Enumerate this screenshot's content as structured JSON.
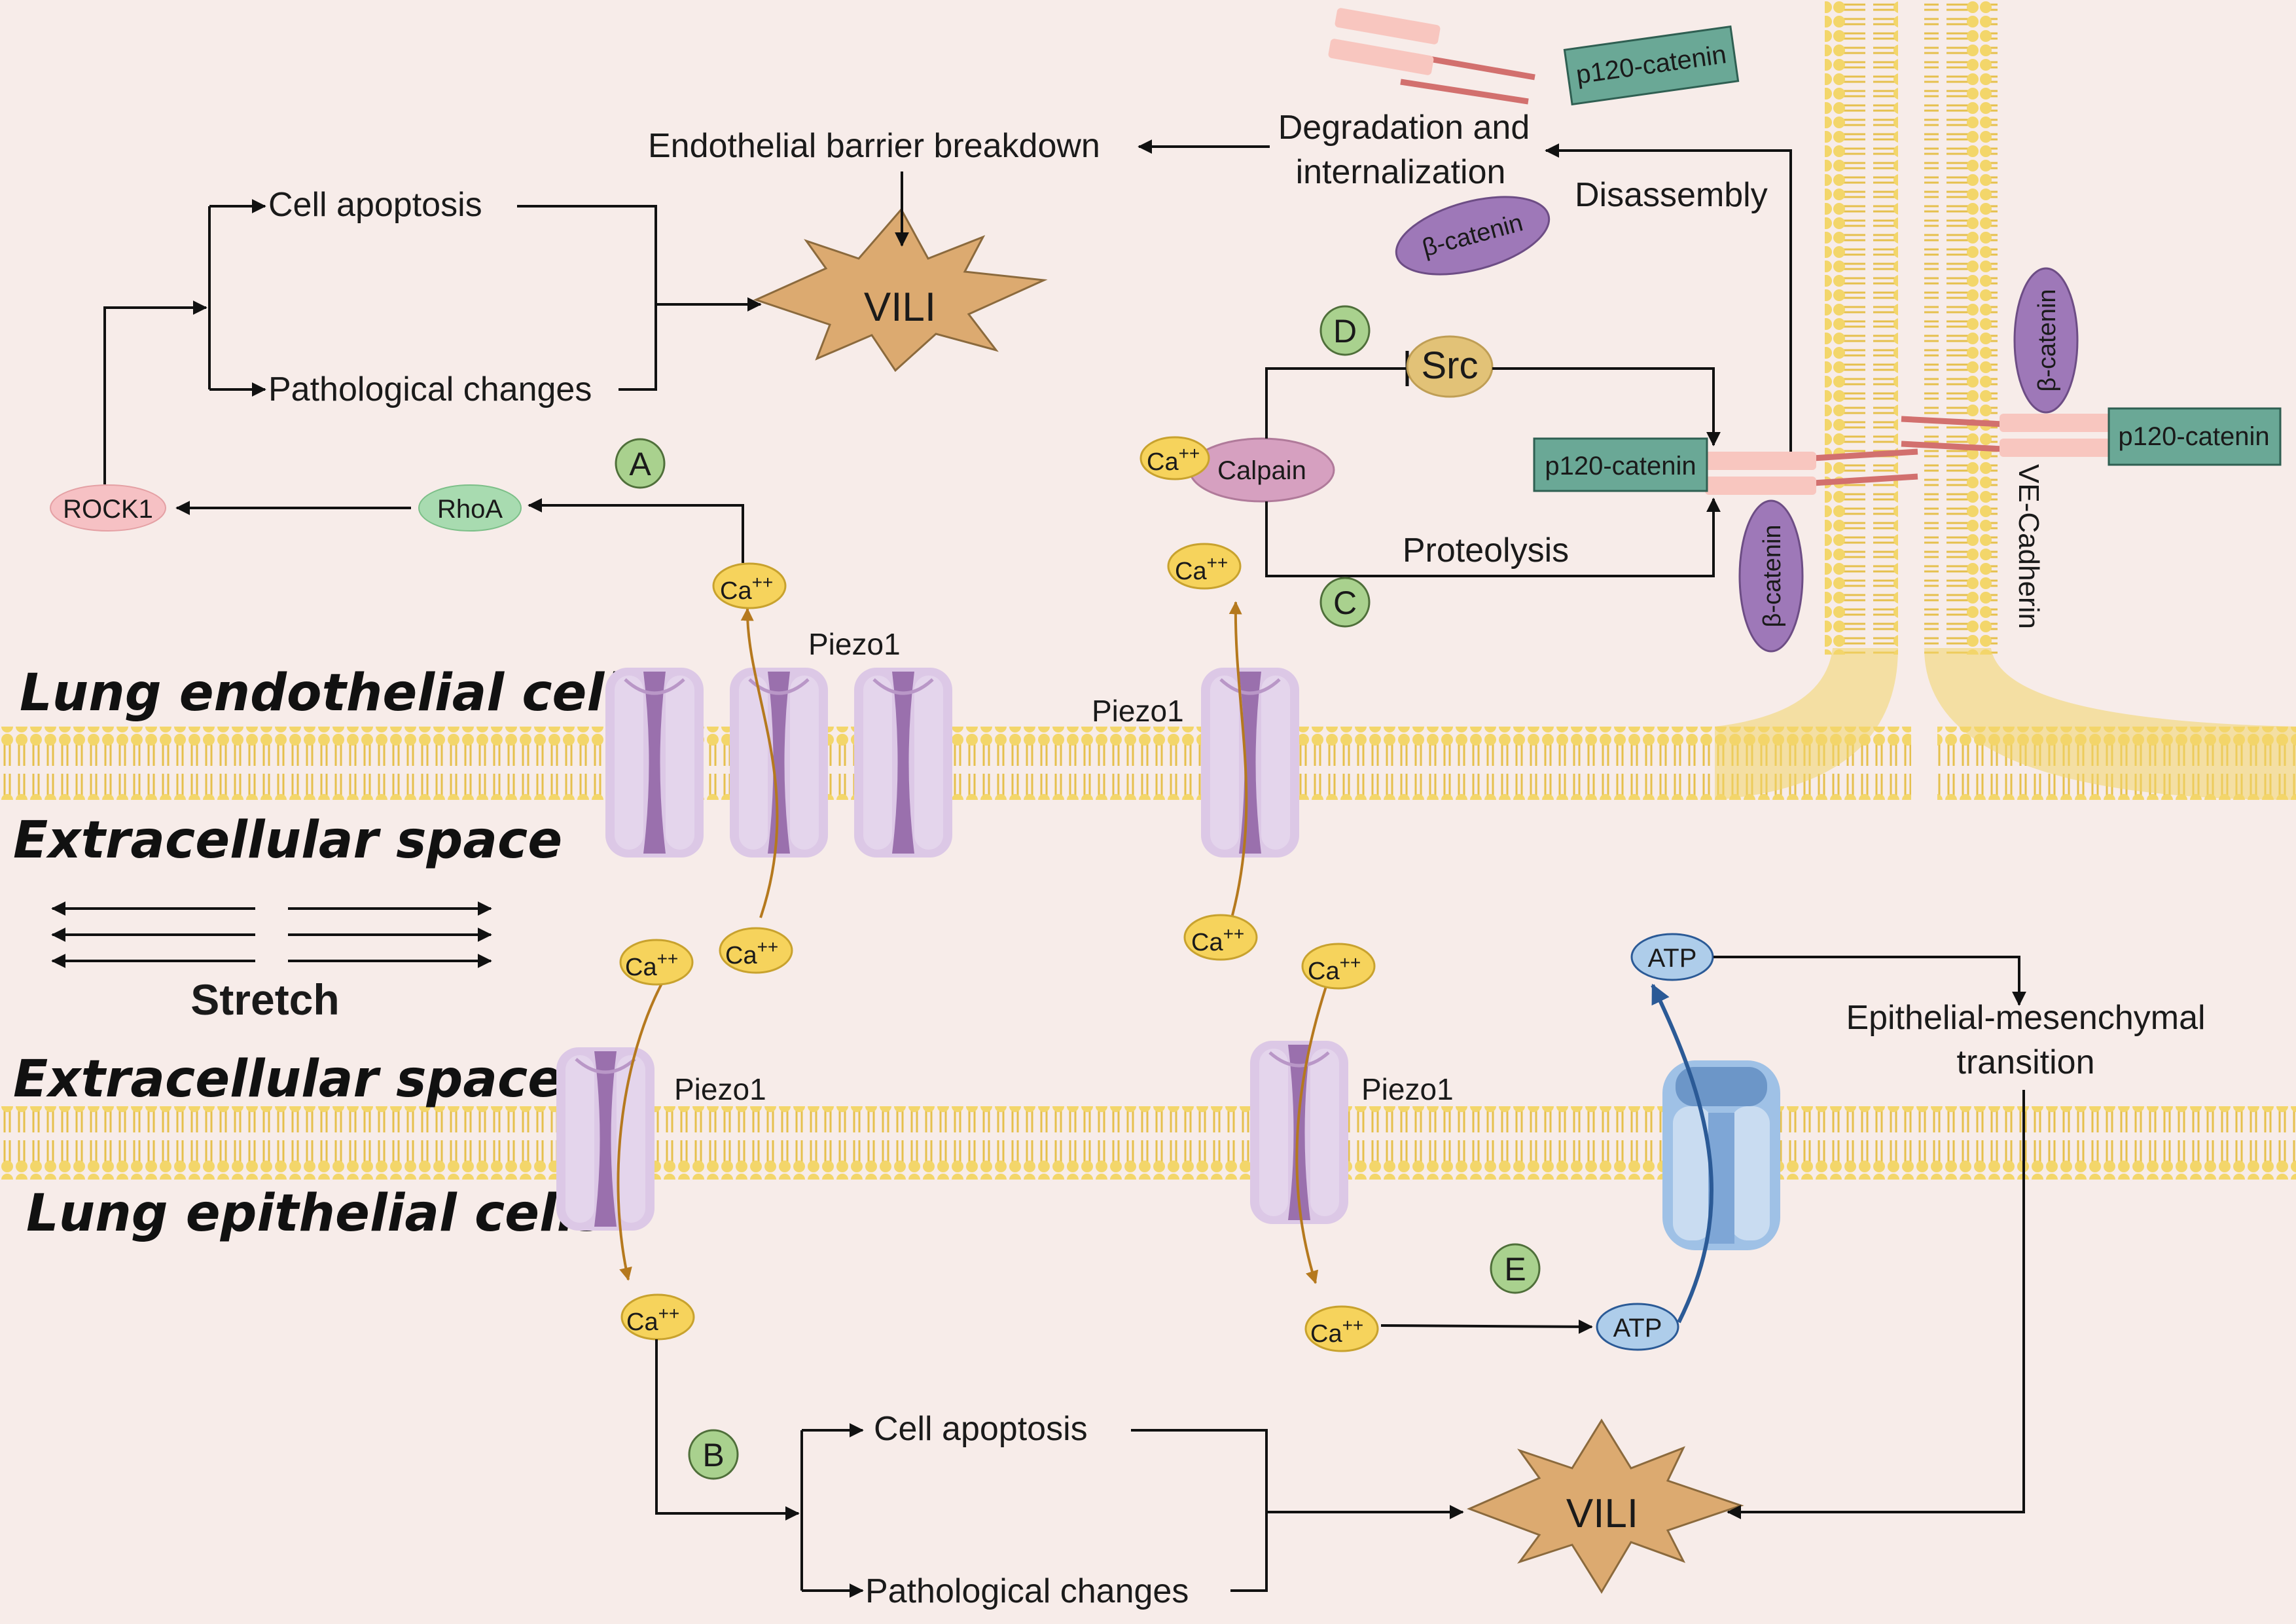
{
  "colors": {
    "background": "#f7ece9",
    "membrane_head": "#f2d46a",
    "membrane_tail": "#e8c24a",
    "piezo_light": "#d9c6e2",
    "piezo_dark": "#9b72ad",
    "calcium": "#f6d35c",
    "rhoa": "#a8dbb0",
    "rock1": "#f6c1c4",
    "label_circle": "#a9d18e",
    "vili_star": "#dcaa70",
    "p120": "#6aa896",
    "beta_catenin": "#9e78b8",
    "cadherin_pink": "#f7c3bc",
    "calpain": "#d6a0c0",
    "src": "#e2c277",
    "atp": "#aecdea",
    "pump": "#9fc1e6",
    "arrow_orange": "#b5791e",
    "arrow_blue": "#2b5a96"
  },
  "icons": {
    "piezo": "piezo1-channel-icon",
    "calcium": "calcium-ion-icon",
    "vili": "vili-starburst-icon",
    "pump": "atp-channel-icon"
  },
  "regions": {
    "endo_cells": "Lung endothelial cells",
    "extra_top": "Extracellular space",
    "extra_bottom": "Extracellular space",
    "epi_cells": "Lung epithelial cells",
    "stretch": "Stretch"
  },
  "ion": {
    "ca": "Ca",
    "sup": "++"
  },
  "pathway_a": {
    "label": "A",
    "piezo": "Piezo1",
    "rhoa": "RhoA",
    "rock1": "ROCK1",
    "apoptosis": "Cell apoptosis",
    "pathological": "Pathological changes"
  },
  "pathway_b": {
    "label": "B",
    "piezo": "Piezo1",
    "apoptosis": "Cell apoptosis",
    "pathological": "Pathological changes"
  },
  "pathway_cd": {
    "piezo": "Piezo1",
    "label_c": "C",
    "label_d": "D",
    "calpain": "Calpain",
    "src": "Src",
    "proteolysis": "Proteolysis",
    "disassembly": "Disassembly",
    "degradation_line1": "Degradation and",
    "degradation_line2": "internalization",
    "barrier": "Endothelial barrier breakdown",
    "p120_free": "p120-catenin",
    "beta_free": "β-catenin"
  },
  "junction": {
    "p120_left": "p120-catenin",
    "p120_right": "p120-catenin",
    "beta_left": "β-catenin",
    "beta_right": "β-catenin",
    "ve_cadherin": "VE-Cadherin"
  },
  "pathway_e": {
    "label": "E",
    "piezo": "Piezo1",
    "atp_in": "ATP",
    "atp_out": "ATP",
    "emt_line1": "Epithelial-mesenchymal",
    "emt_line2": "transition"
  },
  "vili": {
    "top": "VILI",
    "bottom": "VILI"
  }
}
